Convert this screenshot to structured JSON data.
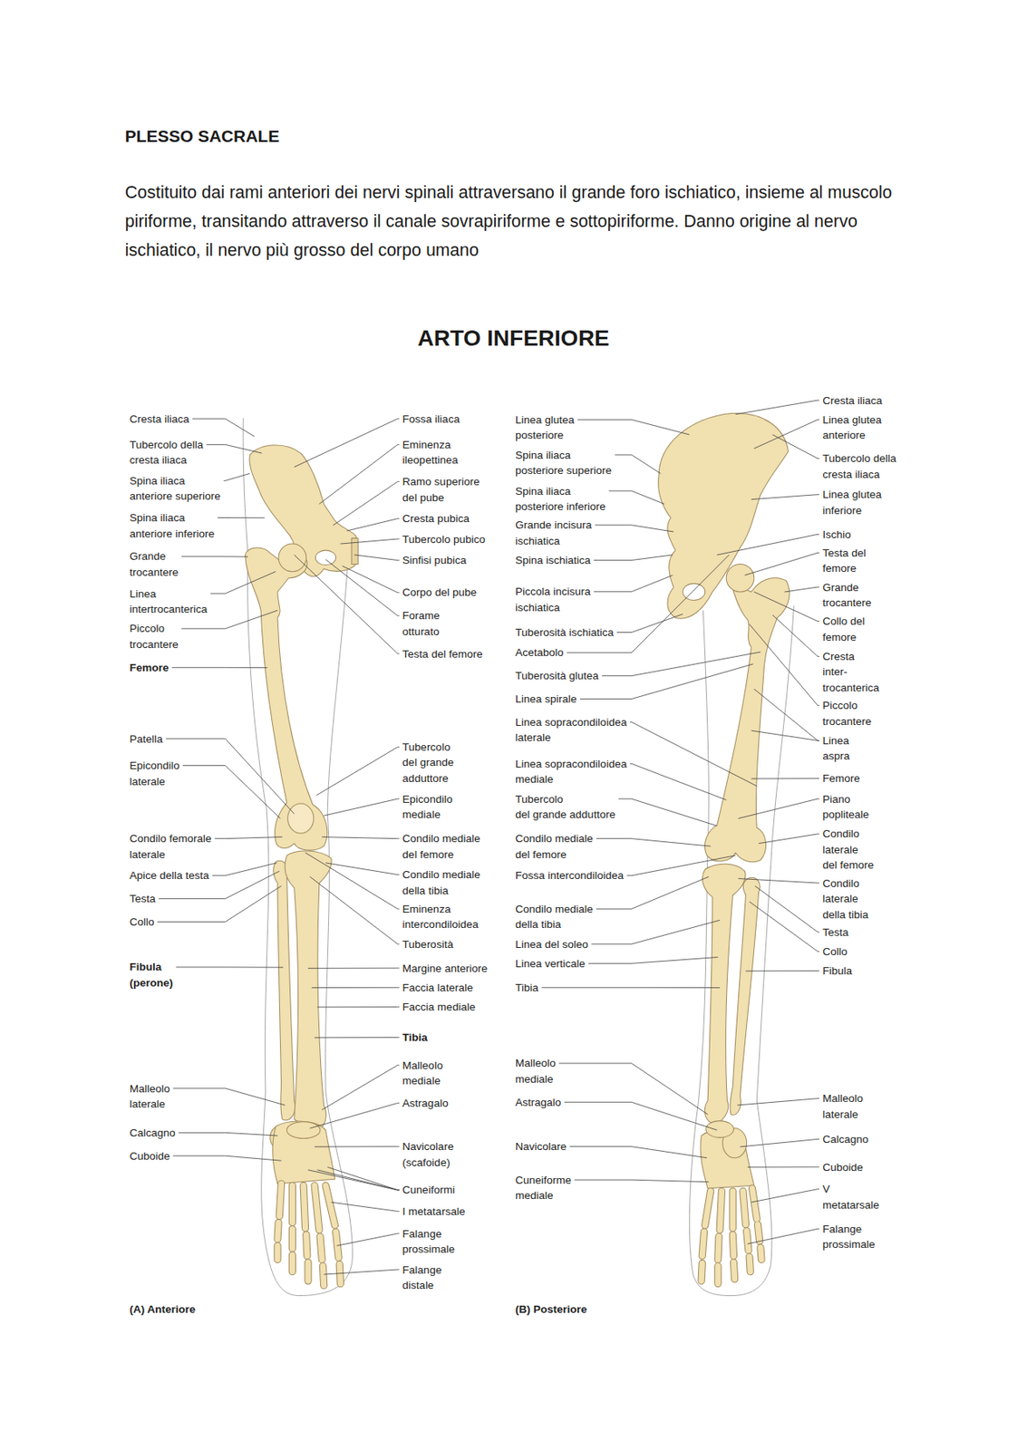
{
  "diagram": {
    "title": "ARTO INFERIORE",
    "labels": [
      "PLESSO SACRALE",
      "Costituito dai rami anteriori dei nervi spinali attraversano il grande foro ischiatico, insieme al muscolo piriforme, transitando attraverso il canale sovrapiriforme e sottopiriforme. Danno origine al nervo ischiatico, il nervo più grosso del corpo umano",
      "Cresta iliaca",
      "Tubercolo della cresta iliaca",
      "Spina iliaca anteriore superiore",
      "Spina iliaca anteriore inferiore",
      "Grande trocantere",
      "Linea intertrocanterica",
      "Piccolo trocantere",
      "Femore",
      "Patella",
      "Epicondilo laterale",
      "Condilo femorale laterale",
      "Apice della testa",
      "Testa",
      "Collo",
      "Fibula (perone)",
      "Malleolo laterale",
      "Calcagno",
      "Cuboide",
      "Fossa iliaca",
      "Eminenza ileopettinea",
      "Ramo superiore del pube",
      "Cresta pubica",
      "Tubercolo pubico",
      "Sinfisi pubica",
      "Corpo del pube",
      "Forame otturato",
      "Testa del femore",
      "Tubercolo del grande adduttore",
      "Epicondilo mediale",
      "Condilo mediale del femore",
      "Condilo mediale della tibia",
      "Eminenza intercondiloidea",
      "Tuberosità",
      "Margine anteriore",
      "Faccia laterale",
      "Faccia mediale",
      "Tibia",
      "Malleolo mediale",
      "Astragalo",
      "Navicolare (scafoide)",
      "Cuneiformi",
      "I metatarsale",
      "Falange prossimale",
      "Falange distale",
      "(A) Anteriore",
      "Linea glutea posteriore",
      "Spina iliaca posteriore superiore",
      "Spina iliaca posteriore inferiore",
      "Grande incisura ischiatica",
      "Spina ischiatica",
      "Piccola incisura ischiatica",
      "Tuberosità ischiatica",
      "Acetabolo",
      "Tuberosità glutea",
      "Linea spirale",
      "Linea sopracondiloidea laterale",
      "Linea sopracondiloidea mediale",
      "Tubercolo del grande adduttore",
      "Condilo mediale del femore",
      "Fossa intercondiloidea",
      "Condilo mediale della tibia",
      "Linea del soleo",
      "Linea verticale",
      "Tibia",
      "Malleolo mediale",
      "Astragalo",
      "Navicolare",
      "Cuneiforme mediale",
      "(B) Posteriore",
      "Cresta iliaca",
      "Linea glutea anteriore",
      "Tubercolo della cresta iliaca",
      "Linea glutea inferiore",
      "Ischio",
      "Testa del femore",
      "Grande trocantere",
      "Collo del femore",
      "Cresta inter- trocanterica",
      "Piccolo trocantere",
      "Linea aspra",
      "Femore",
      "Piano popliteale",
      "Condilo laterale del femore",
      "Condilo laterale della tibia",
      "Testa",
      "Collo",
      "Fibula",
      "Malleolo laterale",
      "Calcagno",
      "Cuboide",
      "V metatarsale",
      "Falange prossimale"
    ]
  }
}
